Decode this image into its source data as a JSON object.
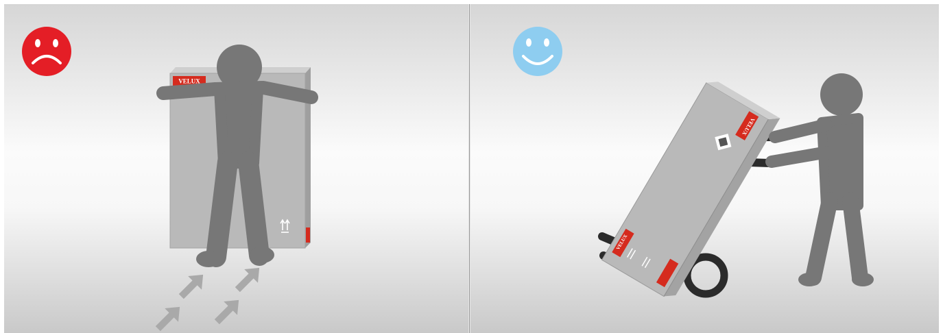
{
  "scene": {
    "left_panel": {
      "mood": "sad",
      "mood_color": "#e41e26",
      "brand_label": "VELUX",
      "box_color": "#b9b9b9",
      "figure_color": "#777777",
      "arrow_color": "#a9a9a9",
      "action": "carrying box by hand"
    },
    "right_panel": {
      "mood": "happy",
      "mood_color": "#8ecdf0",
      "brand_label": "VELUX",
      "box_color": "#b9b9b9",
      "figure_color": "#777777",
      "trolley_color": "#2b2b2b",
      "action": "moving box with hand truck"
    },
    "brand_color": "#d52b1e",
    "background_top": "#d9d9d9",
    "background_mid": "#fafafa",
    "divider_color": "#9a9a9a"
  }
}
